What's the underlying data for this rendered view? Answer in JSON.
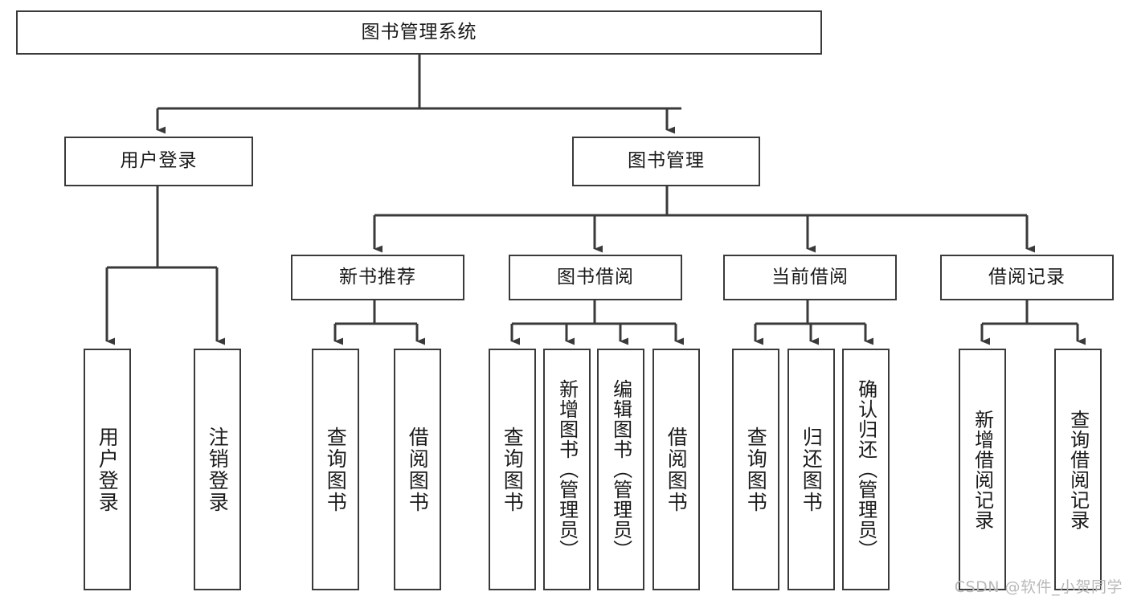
{
  "diagram": {
    "title": "图书管理系统",
    "watermark": "CSDN @软件_小贺同学",
    "colors": {
      "box_border": "#3a3a3a",
      "box_fill": "#ffffff",
      "connector": "#3a3a3a",
      "text": "#1a1a1a",
      "watermark": "#b9b9b9",
      "background": "#ffffff"
    },
    "levels": {
      "root": {
        "label": "图书管理系统"
      },
      "level2": [
        {
          "id": "user-login",
          "label": "用户登录"
        },
        {
          "id": "book-management",
          "label": "图书管理"
        }
      ],
      "level3": [
        {
          "id": "new-book-recommend",
          "label": "新书推荐"
        },
        {
          "id": "book-borrow",
          "label": "图书借阅"
        },
        {
          "id": "current-borrow",
          "label": "当前借阅"
        },
        {
          "id": "borrow-record",
          "label": "借阅记录"
        }
      ],
      "leaves": {
        "user-login": [
          {
            "id": "leaf-user-login",
            "label": "用户登录"
          },
          {
            "id": "leaf-user-logout",
            "label": "注销登录"
          }
        ],
        "new-book-recommend": [
          {
            "id": "leaf-query-book-1",
            "label": "查询图书"
          },
          {
            "id": "leaf-borrow-book-1",
            "label": "借阅图书"
          }
        ],
        "book-borrow": [
          {
            "id": "leaf-query-book-2",
            "label": "查询图书"
          },
          {
            "id": "leaf-add-book",
            "label": "新增图书（管理员）"
          },
          {
            "id": "leaf-edit-book",
            "label": "编辑图书（管理员）"
          },
          {
            "id": "leaf-borrow-book-2",
            "label": "借阅图书"
          }
        ],
        "current-borrow": [
          {
            "id": "leaf-query-book-3",
            "label": "查询图书"
          },
          {
            "id": "leaf-return-book",
            "label": "归还图书"
          },
          {
            "id": "leaf-confirm-return",
            "label": "确认归还（管理员）"
          }
        ],
        "borrow-record": [
          {
            "id": "leaf-add-record",
            "label": "新增借阅记录"
          },
          {
            "id": "leaf-query-record",
            "label": "查询借阅记录"
          }
        ]
      }
    }
  }
}
